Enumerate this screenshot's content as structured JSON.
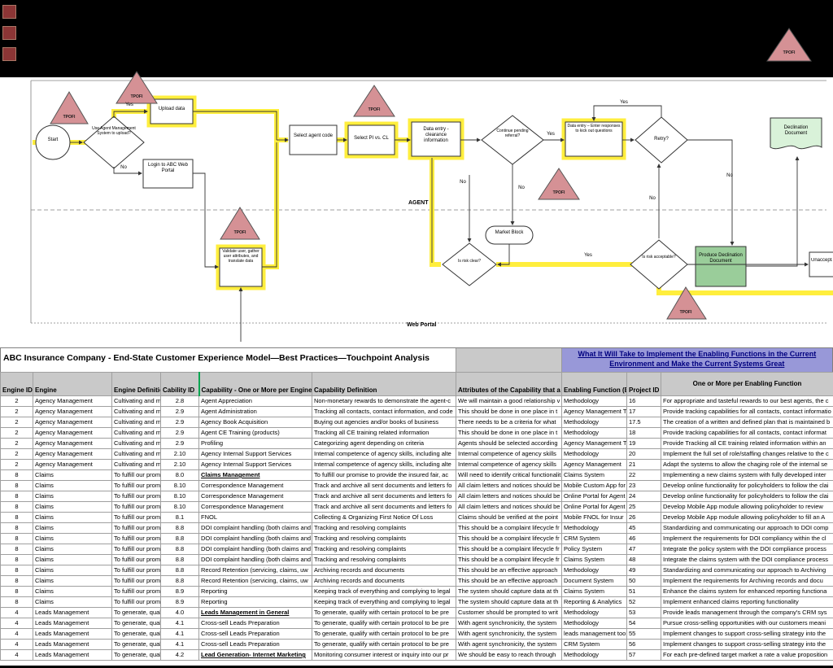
{
  "topbar": {
    "tpofi": "TPOFI"
  },
  "flowchart": {
    "nodes": {
      "start": "Start",
      "use_ams": "Use Agent Management System to upload?",
      "upload_data": "Upload data",
      "login_portal": "Login to ABC Web Portal",
      "select_agent_code": "Select agent code",
      "select_pi_cl": "Select PI vs. CL",
      "data_entry_clearance": "Data entry - clearance information",
      "continue_pending": "Continue pending referral?",
      "data_entry_kickout": "Data entry – Enter responses to kick out questions",
      "retry": "Retry?",
      "declination_document": "Declination Document",
      "market_block": "Market Block",
      "is_risk_clear": "Is risk clear?",
      "is_risk_acceptable": "Is risk acceptable?",
      "produce_declination_document": "Produce Declination Document",
      "unacceptable": "Unaccepta",
      "validate_user": "Validate user, gather user attributes, and translate data"
    },
    "labels": {
      "yes": "Yes",
      "no": "No",
      "tpofi": "TPOFI",
      "agent_lane": "AGENT",
      "web_portal_lane": "Web Portal"
    }
  },
  "table": {
    "title": "ABC Insurance Company - End-State Customer Experience Model—Best Practices—Touchpoint Analysis",
    "banner": "What It Will Take to Implement the Enabling Functions in the Current Environment and Make the Current Systems Great",
    "columns": [
      "Engine ID",
      "Engine",
      "Engine Definition",
      "Cability ID",
      "Capability - One or More per Engine",
      "Capability Definition",
      "Attributes of the Capability that a",
      "Enabling Function (E",
      "Project ID",
      "One or More per Enabling Function"
    ],
    "rows": [
      {
        "c": [
          "2",
          "Agency Management",
          "Cultivating and ma",
          "2.8",
          "Agent Appreciation",
          "Non-monetary rewards to demonstrate the agent-c",
          "We will maintain a good relationship v",
          "Methodology",
          "16",
          "For appropriate and tasteful rewards to our best agents, the c"
        ]
      },
      {
        "c": [
          "2",
          "Agency Management",
          "Cultivating and ma",
          "2.9",
          "Agent Administration",
          "Tracking all contacts, contact information, and code",
          "This should be done in one place in t",
          "Agency Management T",
          "17",
          "Provide tracking capabilities for all contacts, contact informatio"
        ]
      },
      {
        "c": [
          "2",
          "Agency Management",
          "Cultivating and ma",
          "2.9",
          "Agency Book Acquisition",
          "Buying out agencies and/or books of business",
          "There needs to be a criteria for what",
          "Methodology",
          "17.5",
          "The creation of a written and defined plan that is maintained b"
        ]
      },
      {
        "c": [
          "2",
          "Agency Management",
          "Cultivating and ma",
          "2.9",
          "Agent CE Training (products)",
          "Tracking all CE training related information",
          "This should be done in one place in t",
          "Methodology",
          "18",
          "Provide tracking capabilities for all contacts, contact informat"
        ]
      },
      {
        "c": [
          "2",
          "Agency Management",
          "Cultivating and ma",
          "2.9",
          "Profiling",
          "Categorizing agent depending on criteria",
          "Agents should be selected according",
          "Agency Management T",
          "19",
          "Provide Tracking all CE training related information within an"
        ]
      },
      {
        "c": [
          "2",
          "Agency Management",
          "Cultivating and ma",
          "2.10",
          "Agency Internal Support Services",
          "Internal competence of agency skills, including alte",
          "Internal competence of agency skills",
          "Methodology",
          "20",
          "Implement the full set of role/staffing changes relative to the c"
        ]
      },
      {
        "c": [
          "2",
          "Agency Management",
          "Cultivating and ma",
          "2.10",
          "Agency Internal Support Services",
          "Internal competence of agency skills, including alte",
          "Internal competence of agency skills",
          "Agency Management",
          "21",
          "Adapt the systems to allow the chaging role of the internal se"
        ]
      },
      {
        "c": [
          "8",
          "Claims",
          "To fulfill our prom",
          "8.0",
          "Claims Management",
          "To fulfill our promise to provide the insured fair, ac",
          "Will need to identify critical functionalit",
          "Claims System",
          "22",
          "Implementing a new claims system with fully developed inter"
        ],
        "hl": true
      },
      {
        "c": [
          "8",
          "Claims",
          "To fulfill our prom",
          "8.10",
          "Correspondence Management",
          "Track and archive all sent documents and letters fo",
          "All claim letters and notices should be",
          "Mobile Custom App for",
          "23",
          "Develop online functionality for policyholders to follow the clai"
        ]
      },
      {
        "c": [
          "8",
          "Claims",
          "To fulfill our prom",
          "8.10",
          "Correspondence Management",
          "Track and archive all sent documents and letters fo",
          "All claim letters and notices should be",
          "Online Portal for Agent",
          "24",
          "Develop online functionality for policyholders to follow the clai"
        ]
      },
      {
        "c": [
          "8",
          "Claims",
          "To fulfill our prom",
          "8.10",
          "Correspondence Management",
          "Track and archive all sent documents and letters fo",
          "All claim letters and notices should be",
          "Online Portal for Agent",
          "25",
          "Develop Mobile App module allowing policyholder to review"
        ]
      },
      {
        "c": [
          "8",
          "Claims",
          "To fulfill our prom",
          "8.1",
          "FNOL",
          "Collecting & Organizing First Notice Of Loss",
          "Claims should be verified at the point",
          "Mobile FNOL for Insur",
          "26",
          "Develop Mobile App module allowing policyholder to fill an A"
        ]
      },
      {
        "c": [
          "8",
          "Claims",
          "To fulfill our prom",
          "8.8",
          "DOI complaint handling (both claims and",
          "Tracking and resolving complaints",
          "This should be a complaint lifecycle fr",
          "Methodology",
          "45",
          "Standardizing and communicating our approach to DOI comp"
        ]
      },
      {
        "c": [
          "8",
          "Claims",
          "To fulfill our prom",
          "8.8",
          "DOI complaint handling (both claims and",
          "Tracking and resolving complaints",
          "This should be a complaint lifecycle fr",
          "CRM System",
          "46",
          "Implement the requirements for DOI compliancy within the cl"
        ]
      },
      {
        "c": [
          "8",
          "Claims",
          "To fulfill our prom",
          "8.8",
          "DOI complaint handling (both claims and",
          "Tracking and resolving complaints",
          "This should be a complaint lifecycle fr",
          "Policy System",
          "47",
          "Integrate the policy system with the DOI compliance process"
        ]
      },
      {
        "c": [
          "8",
          "Claims",
          "To fulfill our prom",
          "8.8",
          "DOI complaint handling (both claims and",
          "Tracking and resolving complaints",
          "This should be a complaint lifecycle fr",
          "Claims System",
          "48",
          "Integrate the claims system with the DOI compliance process"
        ]
      },
      {
        "c": [
          "8",
          "Claims",
          "To fulfill our prom",
          "8.8",
          "Record Retention (servicing, claims, uw",
          "Archiving records and documents",
          "This should be an effective approach",
          "Methodology",
          "49",
          "Standardizing and communicating our approach to Archiving"
        ]
      },
      {
        "c": [
          "8",
          "Claims",
          "To fulfill our prom",
          "8.8",
          "Record Retention (servicing, claims, uw",
          "Archiving records and documents",
          "This should be an effective approach",
          "Document System",
          "50",
          "Implement the requirements for Archiving records and docu"
        ]
      },
      {
        "c": [
          "8",
          "Claims",
          "To fulfill our prom",
          "8.9",
          "Reporting",
          "Keeping track of everything and complying to legal",
          "The system should capture data at th",
          "Claims System",
          "51",
          "Enhance the claims system for enhanced reporting functiona"
        ]
      },
      {
        "c": [
          "8",
          "Claims",
          "To fulfill our prom",
          "8.9",
          "Reporting",
          "Keeping track of everything and complying to legal",
          "The system should capture data at th",
          "Reporting & Analytics",
          "52",
          "Implement  enhanced claims reporting functionality"
        ]
      },
      {
        "c": [
          "4",
          "Leads Management",
          "To generate, qual",
          "4.0",
          "Leads Management in General",
          "To generate, qualify with certain protocol to be pre",
          "Customer should be prompted to writ",
          "Methodology",
          "53",
          "Provide leads management through the company's CRM sys"
        ],
        "hl": true
      },
      {
        "c": [
          "4",
          "Leads Management",
          "To generate, qual",
          "4.1",
          "Cross-sell Leads Preparation",
          "To generate, qualify with certain protocol to be pre",
          "With agent synchronicity, the system",
          "Methodology",
          "54",
          "Pursue cross-selling opportunities with our customers meani"
        ]
      },
      {
        "c": [
          "4",
          "Leads Management",
          "To generate, qual",
          "4.1",
          "Cross-sell Leads Preparation",
          "To generate, qualify with certain protocol to be pre",
          "With agent synchronicity, the system",
          "leads management too",
          "55",
          "Implement changes to support cross-selling strategy into the"
        ]
      },
      {
        "c": [
          "4",
          "Leads Management",
          "To generate, qual",
          "4.1",
          "Cross-sell Leads Preparation",
          "To generate, qualify with certain protocol to be pre",
          "With agent synchronicity, the system",
          "CRM System",
          "56",
          "Implement changes to support cross-selling strategy into the"
        ]
      },
      {
        "c": [
          "4",
          "Leads Management",
          "To generate, qual",
          "4.2",
          "Lead Generation- Internet Marketing",
          "Monitoring consumer interest or inquiry into our pr",
          "We should be easy to reach through",
          "Methodology",
          "57",
          "For each pre-defined target market a rate a value proposition"
        ],
        "hl": true
      }
    ]
  }
}
